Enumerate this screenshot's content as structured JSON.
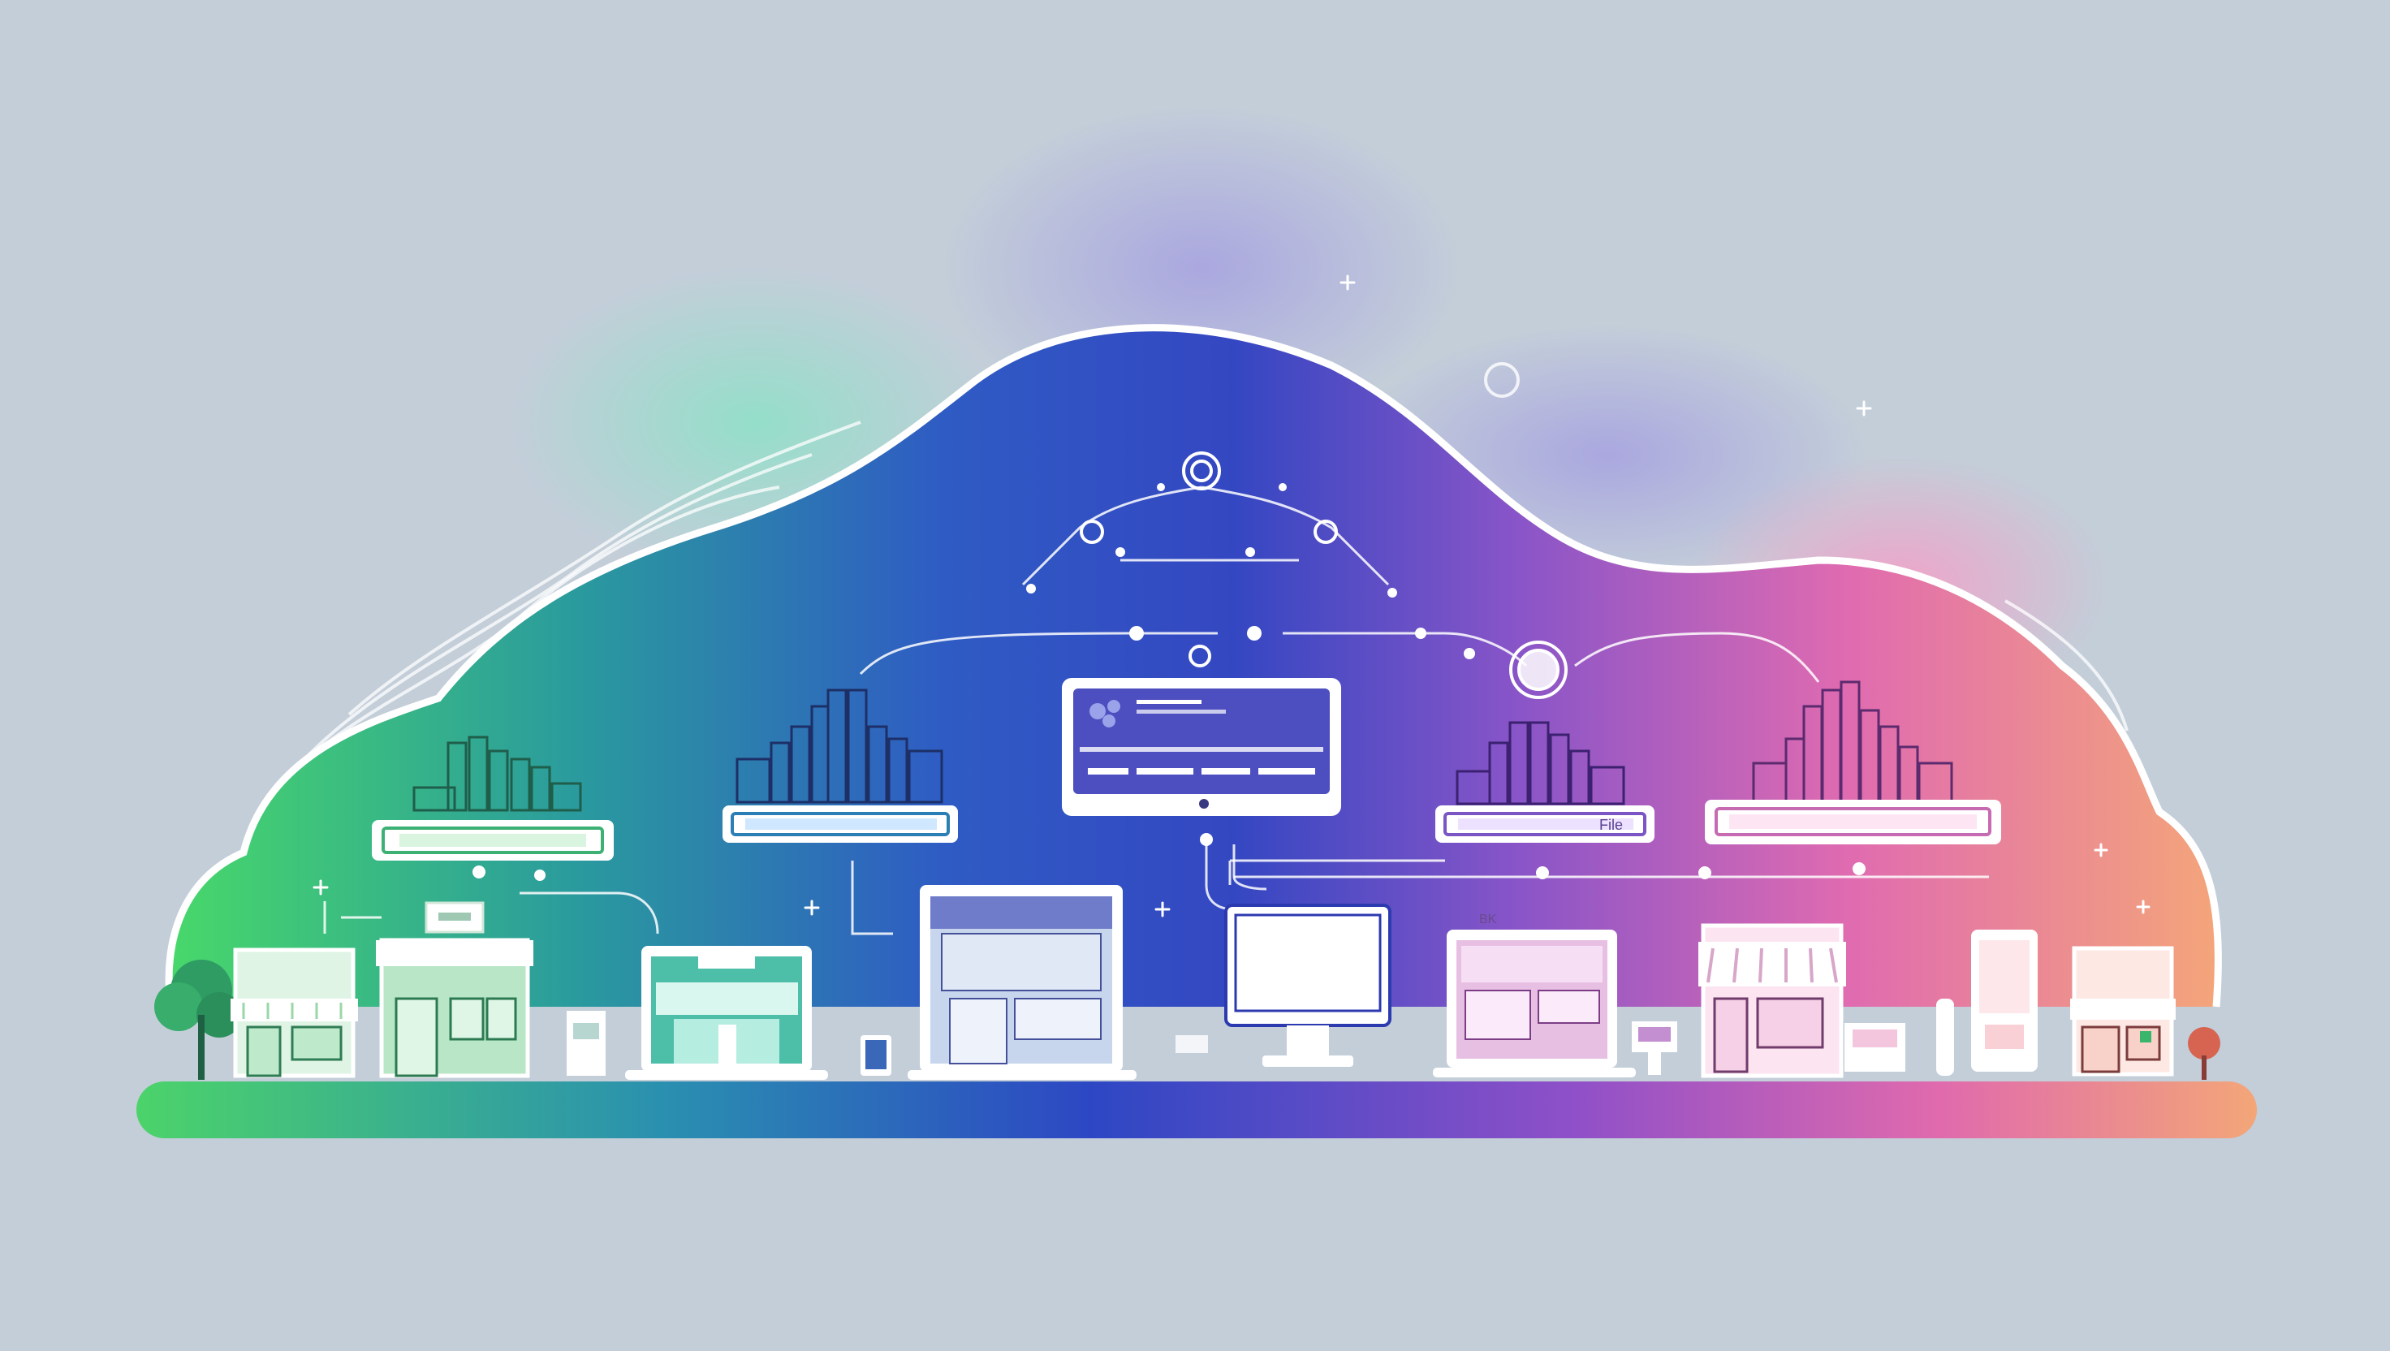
{
  "scene": {
    "description_name": "cloud-connected-storefronts-illustration",
    "colors": {
      "background": "#c3ced9",
      "green": "#3fd06a",
      "blue": "#2d50c6",
      "purple": "#8a52cc",
      "pink": "#e067b2",
      "orange": "#f2a079",
      "outline": "#ffffff"
    }
  },
  "labels": {
    "right_bar_text": "File",
    "laptop_right_badge": "BK"
  }
}
